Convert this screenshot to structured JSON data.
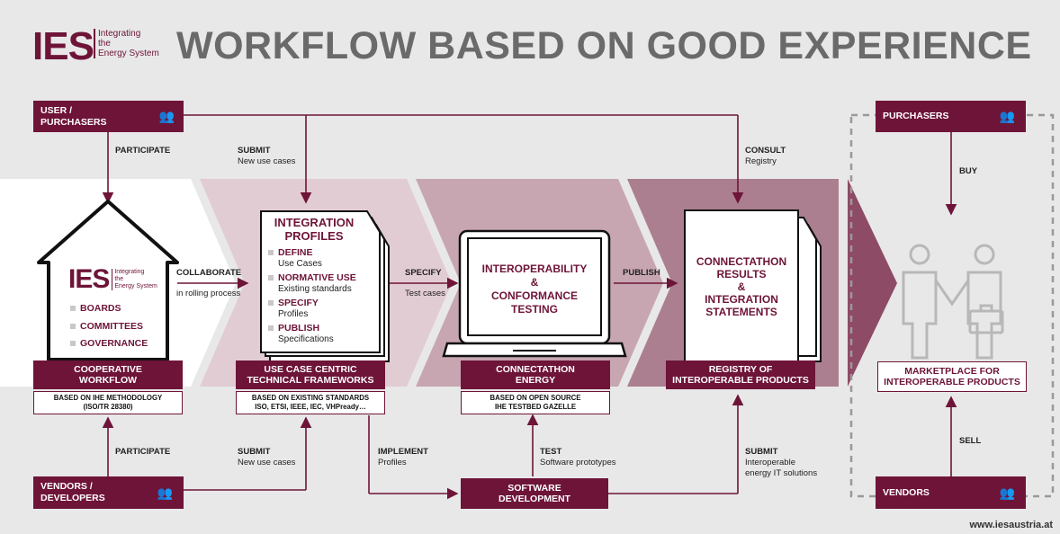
{
  "logo": {
    "ies": "IES",
    "line1": "Integrating",
    "line2": "the",
    "line3": "Energy System"
  },
  "title": "WORKFLOW BASED ON GOOD EXPERIENCE",
  "users": {
    "line1": "USER /",
    "line2": "PURCHASERS"
  },
  "vendors_dev": {
    "line1": "VENDORS /",
    "line2": "DEVELOPERS"
  },
  "purchasers": "PURCHASERS",
  "vendors": "VENDORS",
  "labels": {
    "participate_top": "PARTICIPATE",
    "submit_top": "SUBMIT",
    "submit_top_sub": "New use cases",
    "consult": "CONSULT",
    "consult_sub": "Registry",
    "buy": "BUY",
    "collaborate": "COLLABORATE",
    "collaborate_sub": "in rolling process",
    "specify": "SPECIFY",
    "specify_sub": "Test cases",
    "publish": "PUBLISH",
    "participate_bottom": "PARTICIPATE",
    "submit_bottom": "SUBMIT",
    "submit_bottom_sub": "New use cases",
    "implement": "IMPLEMENT",
    "implement_sub": "Profiles",
    "test": "TEST",
    "test_sub": "Software prototypes",
    "submit_right": "SUBMIT",
    "submit_right_sub1": "Interoperable",
    "submit_right_sub2": "energy IT solutions",
    "sell": "SELL"
  },
  "house": {
    "items": [
      "BOARDS",
      "COMMITTEES",
      "GOVERNANCE"
    ],
    "caption1": "COOPERATIVE",
    "caption2": "WORKFLOW",
    "sub1": "BASED ON IHE METHODOLOGY",
    "sub2": "(ISO/TR 28380)"
  },
  "profiles": {
    "title1": "INTEGRATION",
    "title2": "PROFILES",
    "items": [
      {
        "head": "DEFINE",
        "text": "Use Cases"
      },
      {
        "head": "NORMATIVE USE",
        "text": "Existing standards"
      },
      {
        "head": "SPECIFY",
        "text": "Profiles"
      },
      {
        "head": "PUBLISH",
        "text": "Specifications"
      }
    ],
    "caption1": "USE CASE CENTRIC",
    "caption2": "TECHNICAL FRAMEWORKS",
    "sub1": "BASED ON EXISTING STANDARDS",
    "sub2": "ISO, ETSI, IEEE, IEC, VHPready…"
  },
  "testing": {
    "line1": "INTEROPERABILITY",
    "line2": "&",
    "line3": "CONFORMANCE",
    "line4": "TESTING",
    "caption1": "CONNECTATHON",
    "caption2": "ENERGY",
    "sub1": "BASED ON OPEN SOURCE",
    "sub2": "IHE TESTBED GAZELLE"
  },
  "results": {
    "line1": "CONNECTATHON",
    "line2": "RESULTS",
    "line3": "&",
    "line4": "INTEGRATION",
    "line5": "STATEMENTS",
    "caption1": "REGISTRY OF",
    "caption2": "INTEROPERABLE PRODUCTS"
  },
  "software": {
    "line1": "SOFTWARE",
    "line2": "DEVELOPMENT"
  },
  "marketplace": {
    "line1": "MARKETPLACE FOR",
    "line2": "INTEROPERABLE PRODUCTS"
  },
  "url": "www.iesaustria.at",
  "colors": {
    "maroon": "#6e1438",
    "band1": "#e2ccd3",
    "band2": "#c7a6b2",
    "band3": "#ab7f8f",
    "band4": "#8e4b65"
  }
}
